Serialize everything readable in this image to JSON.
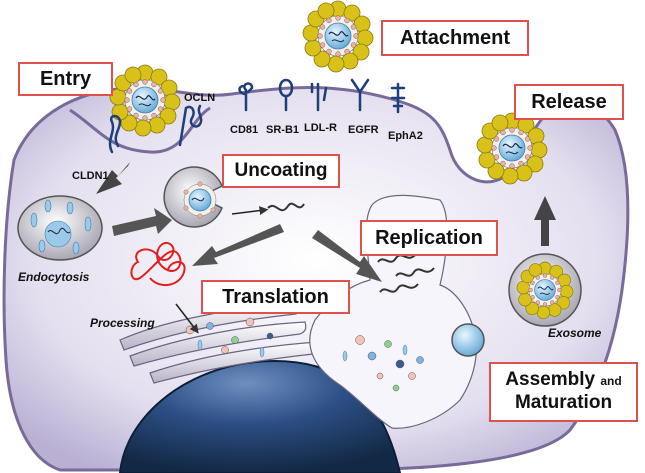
{
  "stages": {
    "attachment": "Attachment",
    "entry": "Entry",
    "release": "Release",
    "uncoating": "Uncoating",
    "replication": "Replication",
    "translation": "Translation",
    "assembly_main": "Assembly",
    "assembly_and": "and",
    "maturation": "Maturation"
  },
  "receptors": {
    "cd81": "CD81",
    "srb1": "SR-B1",
    "ldlr": "LDL-R",
    "egfr": "EGFR",
    "epha2": "EphA2",
    "ocln": "OCLN",
    "cldn1": "CLDN1"
  },
  "labels": {
    "endocytosis": "Endocytosis",
    "processing": "Processing",
    "exosome": "Exosome"
  },
  "colors": {
    "box_border": "#e0504d",
    "cell_fill": "#d9d3e8",
    "membrane": "#7a6a9a",
    "nucleus": "#1f3d66",
    "virus_envelope": "#d8c21a",
    "virus_core": "#9bc9e8",
    "receptor": "#1f3f7a",
    "rna_red": "#e02020",
    "rna_green": "#2ecc40",
    "arrow": "#444444"
  }
}
